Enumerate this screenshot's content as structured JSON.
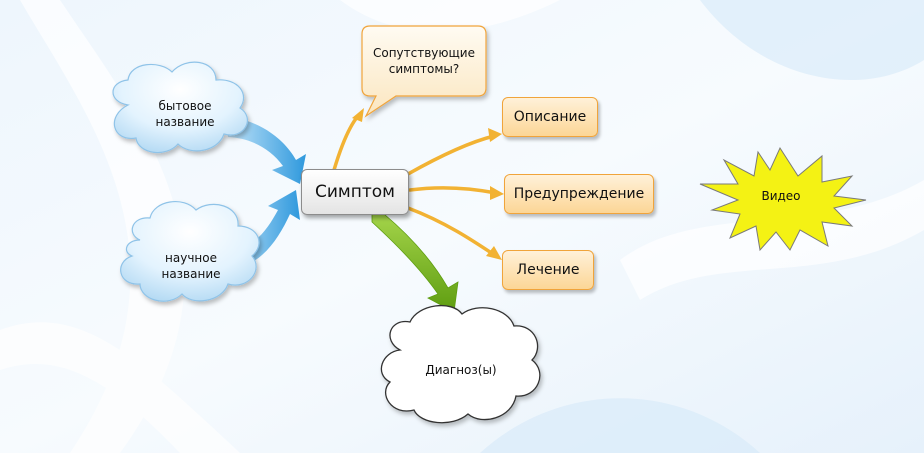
{
  "central": {
    "label": "Симптом"
  },
  "clouds": {
    "common_name": "бытовое название",
    "scientific_name": "научное название",
    "diagnosis": "Диагноз(ы)"
  },
  "callout": {
    "label": "Сопутствующие симптомы?"
  },
  "branches": {
    "description": "Описание",
    "warning": "Предупреждение",
    "treatment": "Лечение"
  },
  "starburst": {
    "label": "Видео"
  },
  "colors": {
    "cloud_blue": "#cfe9fb",
    "arrow_blue": "#5ab3ea",
    "arrow_orange": "#f2b233",
    "arrow_green": "#7fbb1f",
    "box_border": "#f0a43b",
    "star_yellow": "#f4f214"
  }
}
